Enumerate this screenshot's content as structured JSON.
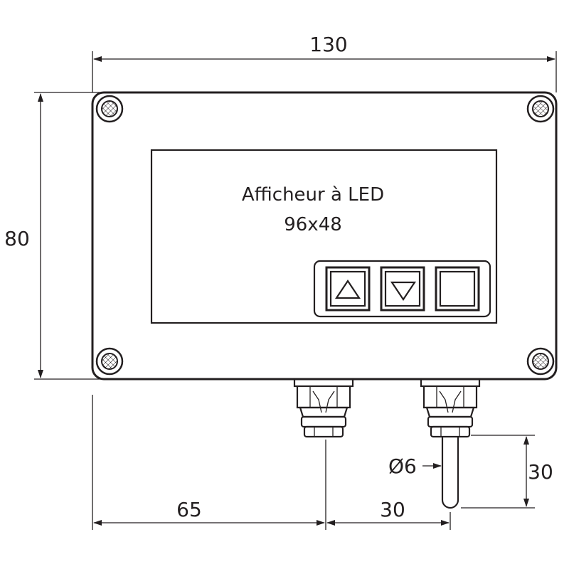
{
  "dimensions": {
    "width": "130",
    "height": "80",
    "gland_offset": "65",
    "gland_spacing": "30",
    "probe_length": "30",
    "probe_diameter": "Ø6"
  },
  "display": {
    "line1": "Afficheur à LED",
    "line2": "96x48"
  },
  "keys": [
    {
      "name": "up-key",
      "icon": "triangle-up-icon"
    },
    {
      "name": "down-key",
      "icon": "triangle-down-icon"
    },
    {
      "name": "blank-key",
      "icon": "none"
    }
  ]
}
